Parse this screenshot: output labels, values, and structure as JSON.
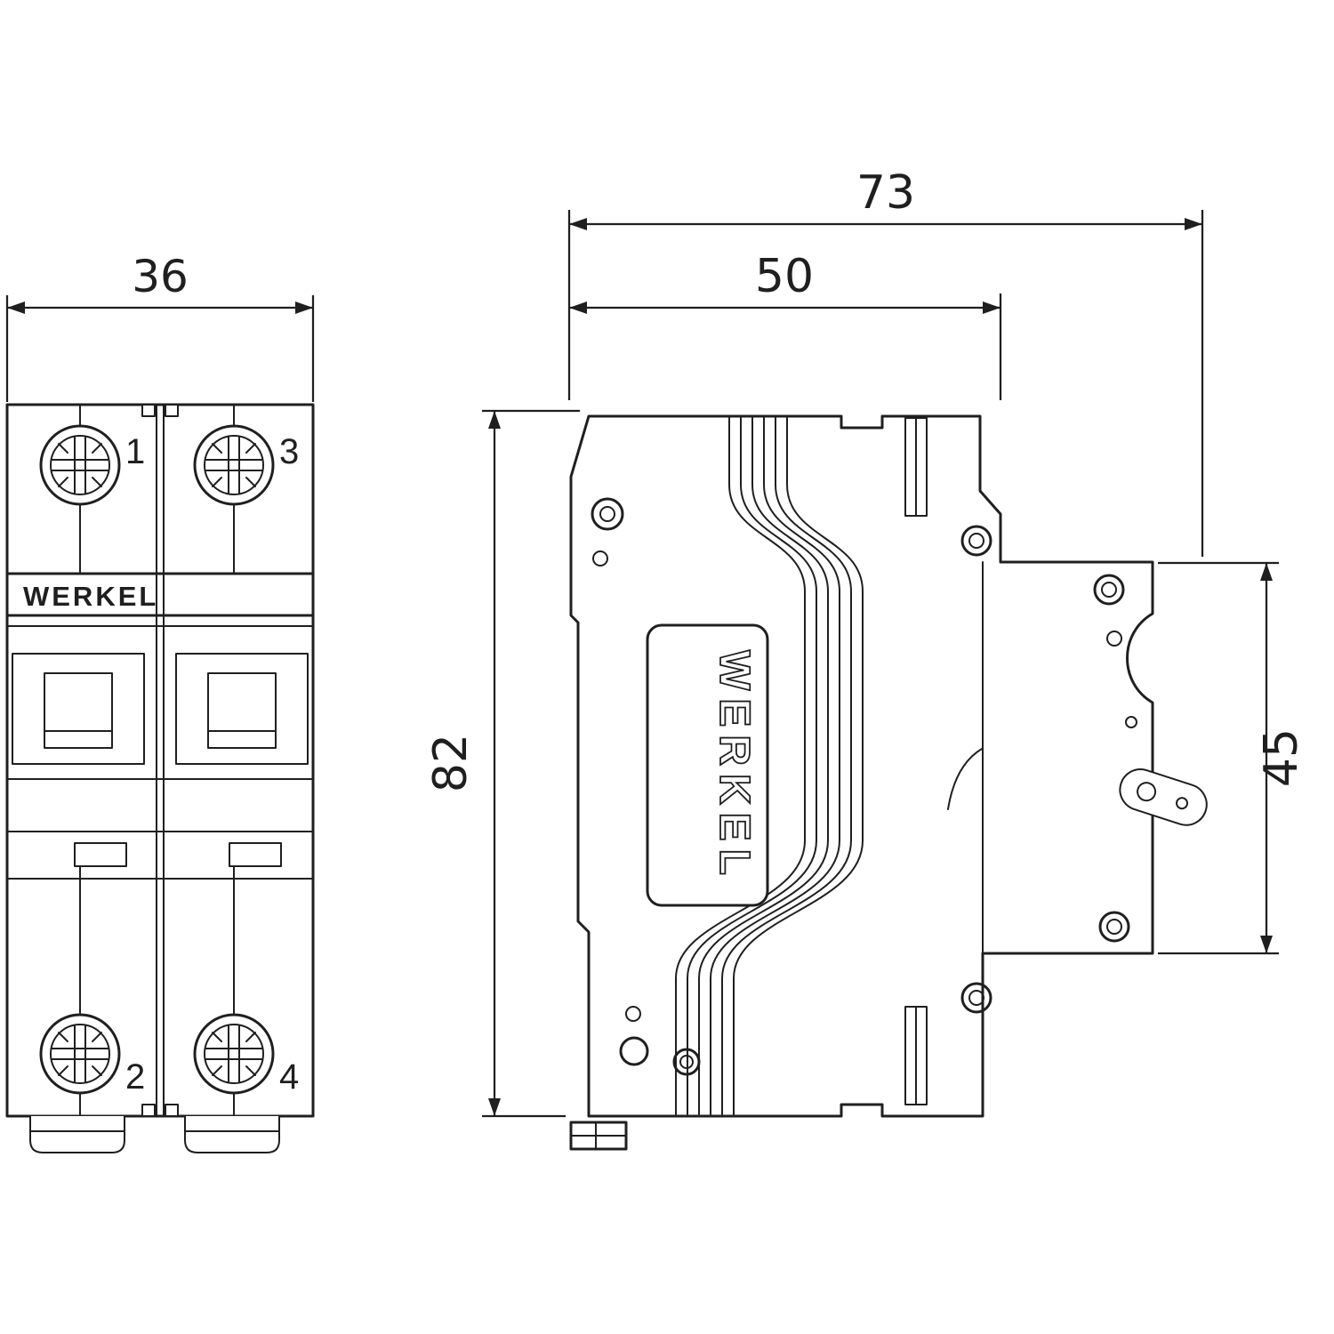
{
  "dimensions": {
    "front_width": "36",
    "total_depth": "73",
    "body_depth": "50",
    "height": "82",
    "mount_height": "45"
  },
  "front_view": {
    "brand_label": "WERKEL",
    "terminal_labels": {
      "top_left": "1",
      "top_right": "3",
      "bottom_left": "2",
      "bottom_right": "4"
    }
  },
  "side_view": {
    "brand_label": "WERKEL"
  },
  "colors": {
    "line": "#1f1f1f",
    "background": "#ffffff"
  }
}
